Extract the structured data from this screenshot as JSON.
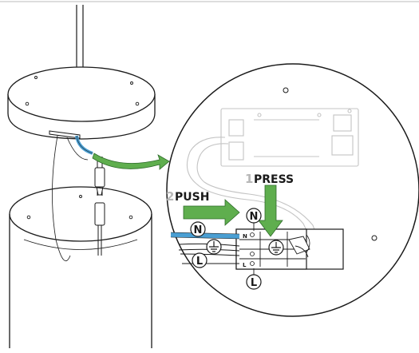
{
  "steps": [
    {
      "number": "1",
      "word": "PRESS"
    },
    {
      "number": "2",
      "word": "PUSH"
    }
  ],
  "wire_labels": {
    "neutral": "N",
    "live": "L"
  },
  "terminal_labels": {
    "neutral": "N",
    "earth": "⏚",
    "live": "L"
  },
  "colors": {
    "arrow": "#5fae4e",
    "arrow_outline": "#2e6b2a",
    "neutral_wire": "#4a9fd3",
    "line": "#1a1a1a",
    "fill": "#ffffff"
  }
}
